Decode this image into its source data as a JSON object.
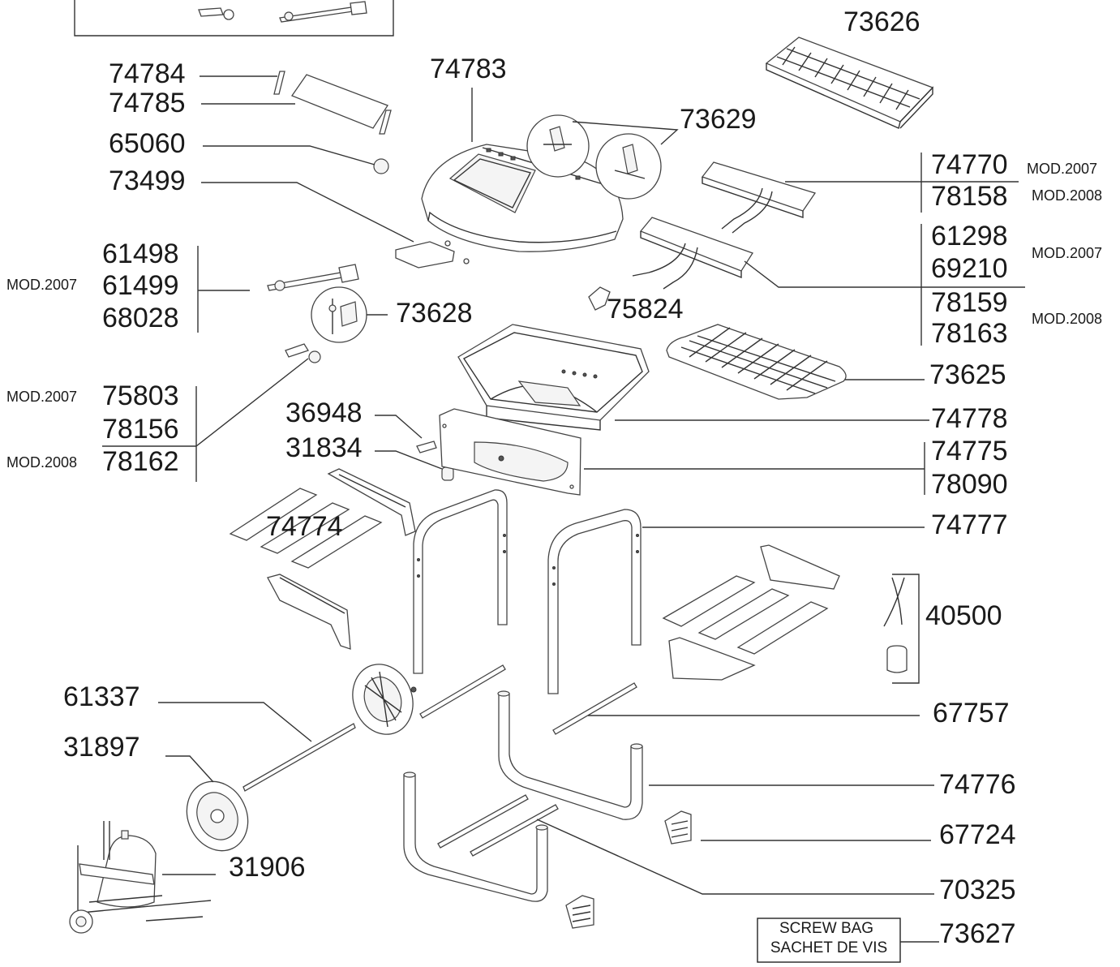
{
  "parts": {
    "p73626": "73626",
    "p74784": "74784",
    "p74785": "74785",
    "p74783": "74783",
    "p73629": "73629",
    "p65060": "65060",
    "p73499": "73499",
    "p74770": "74770",
    "p78158": "78158",
    "p61298": "61298",
    "p69210": "69210",
    "p78159": "78159",
    "p78163": "78163",
    "p61498": "61498",
    "p61499": "61499",
    "p68028": "68028",
    "p73628": "73628",
    "p75824": "75824",
    "p73625": "73625",
    "p75803": "75803",
    "p78156": "78156",
    "p78162": "78162",
    "p36948": "36948",
    "p74778": "74778",
    "p31834": "31834",
    "p74775": "74775",
    "p78090": "78090",
    "p74774": "74774",
    "p74777": "74777",
    "p40500": "40500",
    "p61337": "61337",
    "p67757": "67757",
    "p31897": "31897",
    "p74776": "74776",
    "p67724": "67724",
    "p31906": "31906",
    "p70325": "70325",
    "p73627": "73627"
  },
  "mods": {
    "m2007_burner": "MOD.2007",
    "m2008_burner": "MOD.2008",
    "m2007_burner2": "MOD.2007",
    "m2008_burner2": "MOD.2008",
    "m2007_valve": "MOD.2007",
    "m2007_ign": "MOD.2007",
    "m2008_ign": "MOD.2008"
  },
  "screw_bag": {
    "line1": "SCREW BAG",
    "line2": "SACHET DE VIS"
  }
}
